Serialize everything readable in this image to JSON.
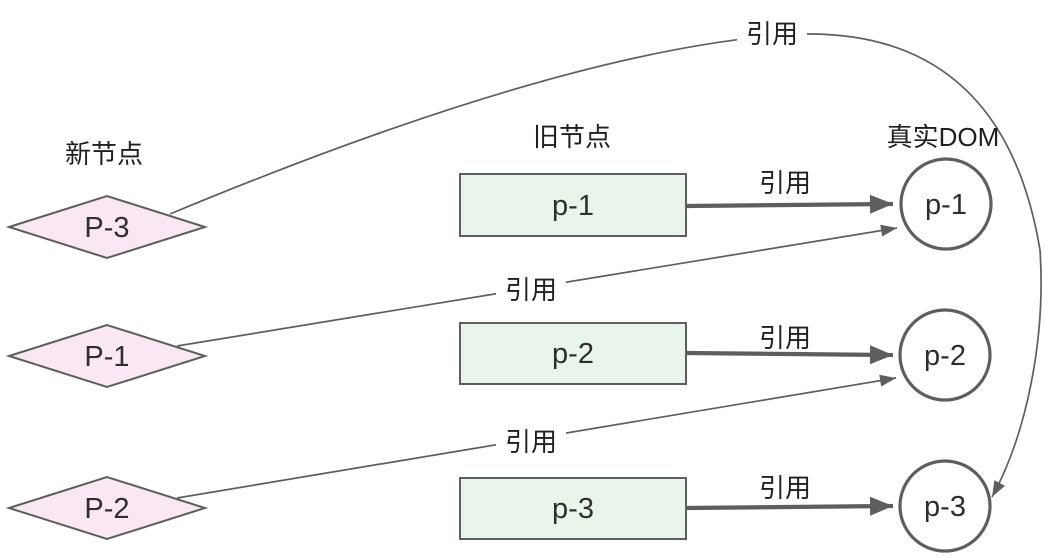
{
  "labels": {
    "new_nodes_column": "新节点",
    "old_nodes_column": "旧节点",
    "real_dom_column": "真实DOM"
  },
  "new_nodes": [
    "P-3",
    "P-1",
    "P-2"
  ],
  "old_nodes": [
    "p-1",
    "p-2",
    "p-3"
  ],
  "real_dom_nodes": [
    "p-1",
    "p-2",
    "p-3"
  ],
  "edges": {
    "old_to_dom": [
      {
        "from": "p-1",
        "to": "p-1",
        "label": "引用"
      },
      {
        "from": "p-2",
        "to": "p-2",
        "label": "引用"
      },
      {
        "from": "p-3",
        "to": "p-3",
        "label": "引用"
      }
    ],
    "new_to_dom": [
      {
        "from": "P-3",
        "to": "p-3",
        "label": "引用"
      },
      {
        "from": "P-1",
        "to": "p-1",
        "label": "引用"
      },
      {
        "from": "P-2",
        "to": "p-2",
        "label": "引用"
      }
    ]
  },
  "colors": {
    "background": "#ffffff",
    "stroke": "#5e5e5e",
    "new_node_fill": "#f9e8f4",
    "old_node_fill": "#e9f5ea",
    "dom_node_fill": "#ffffff",
    "text": "#1f1f1f",
    "node_text": "#2e2e2e"
  }
}
